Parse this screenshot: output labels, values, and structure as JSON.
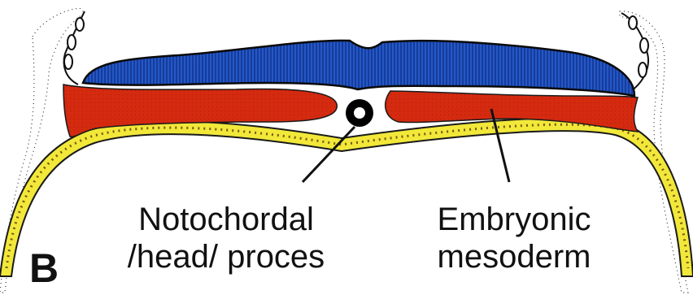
{
  "panel_letter": "B",
  "labels": {
    "notochordal_line1": "Notochordal",
    "notochordal_line2": "/head/ proces",
    "mesoderm_line1": "Embryonic",
    "mesoderm_line2": "mesoderm"
  },
  "colors": {
    "ectoderm": "#2358c8",
    "ectoderm_stripes": "#0b1f6b",
    "mesoderm": "#d42a10",
    "endoderm": "#f1e83a",
    "notochord": "#000000",
    "stipple": "#222222"
  }
}
